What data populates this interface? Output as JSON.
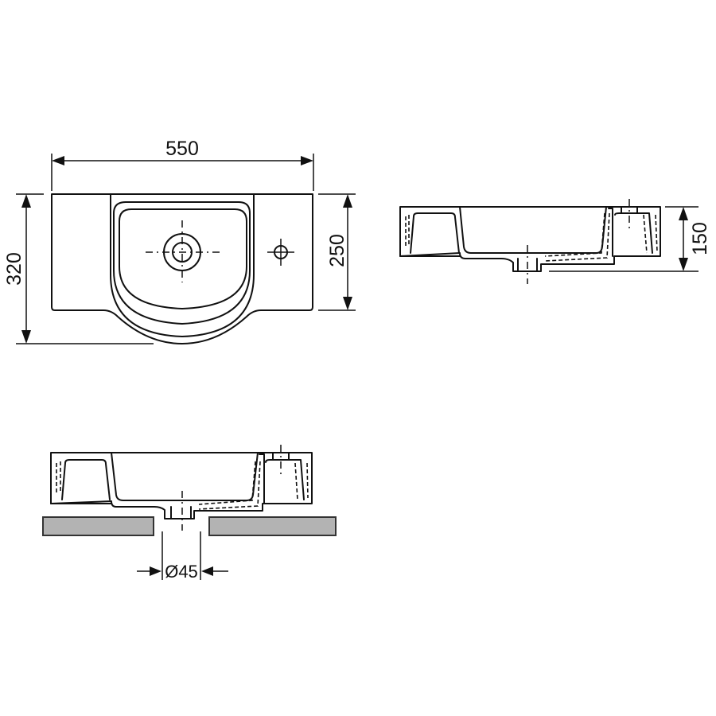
{
  "drawing": {
    "subject": "wall-hung washbasin technical drawing",
    "units": "mm",
    "colors": {
      "line": "#111111",
      "countertop": "#b3b3b3",
      "background": "#ffffff"
    },
    "views": {
      "top": {
        "name": "plan view",
        "dimensions": {
          "width": "550",
          "depth_total": "320",
          "depth_wings": "250"
        },
        "features": [
          "drain-hole",
          "tap-hole"
        ]
      },
      "side": {
        "name": "front section",
        "dimensions": {
          "height": "150"
        },
        "features": [
          "overflow-channel",
          "drain-outlet",
          "tap-hole-centerline"
        ]
      },
      "mounted": {
        "name": "section on countertop",
        "dimensions": {
          "drain_cutout": "Ø45"
        },
        "features": [
          "countertop-left",
          "countertop-right"
        ]
      }
    }
  }
}
